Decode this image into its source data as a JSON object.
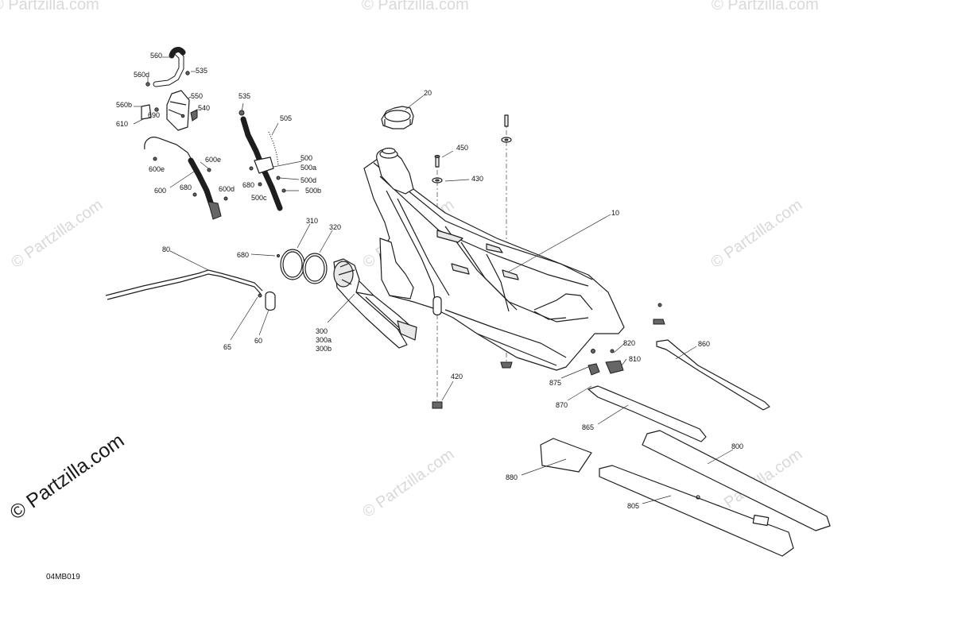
{
  "watermark": {
    "small_text": "© Partzilla.com",
    "large_text": "© Partzilla.com"
  },
  "diagram_code": "04MB019",
  "callouts": {
    "p560": "560",
    "p535a": "535",
    "p560d": "560d",
    "p550": "550",
    "p540": "540",
    "p560b": "560b",
    "p690": "690",
    "p610": "610",
    "p600e_a": "600e",
    "p600e_b": "600e",
    "p600": "600",
    "p680a": "680",
    "p600d": "600d",
    "p535b": "535",
    "p505": "505",
    "p500": "500",
    "p500a": "500a",
    "p680b": "680",
    "p500d": "500d",
    "p500b": "500b",
    "p500c": "500c",
    "p20": "20",
    "p450": "450",
    "p430": "430",
    "p10": "10",
    "p310": "310",
    "p320": "320",
    "p680c": "680",
    "p80": "80",
    "p65": "65",
    "p60": "60",
    "p300": "300",
    "p300a": "300a",
    "p300b": "300b",
    "p420": "420",
    "p875": "875",
    "p820": "820",
    "p810": "810",
    "p870": "870",
    "p860": "860",
    "p865": "865",
    "p800": "800",
    "p880": "880",
    "p805": "805"
  },
  "colors": {
    "line": "#1e1e1e",
    "watermark": "#d9d9d9",
    "background": "#ffffff"
  }
}
